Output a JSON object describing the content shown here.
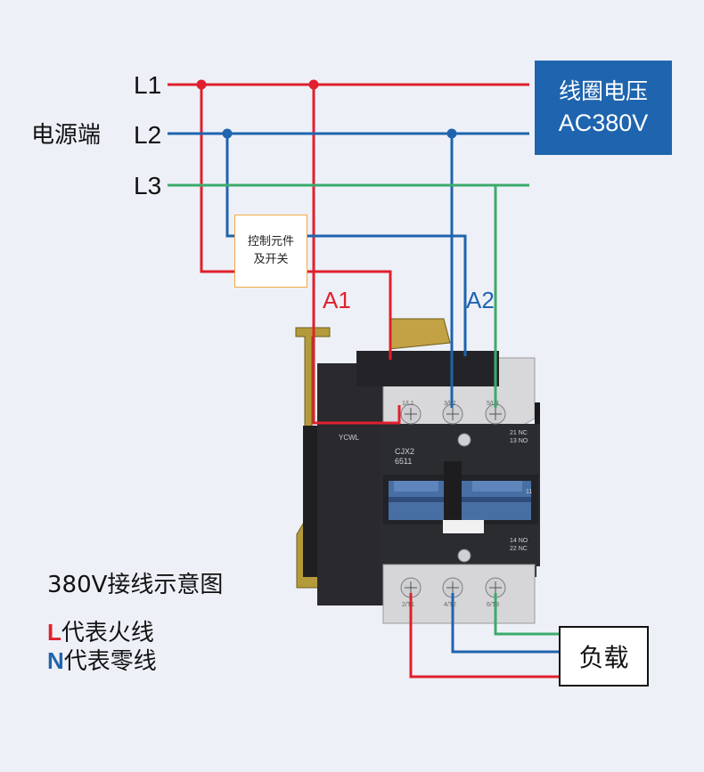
{
  "source_label": "电源端",
  "phases": [
    "L1",
    "L2",
    "L3"
  ],
  "voltage_box": {
    "line1": "线圈电压",
    "line2": "AC380V"
  },
  "control_box": {
    "line1": "控制元件",
    "line2": "及开关"
  },
  "coil_terminals": {
    "a1": "A1",
    "a2": "A2"
  },
  "contactor": {
    "brand": "YCWL",
    "model_line1": "CJX2",
    "model_line2": "6511",
    "top_terminals": [
      "1/L1",
      "3/L2",
      "5/L3"
    ],
    "bottom_terminals": [
      "2/T1",
      "4/T2",
      "6/T3"
    ],
    "aux_top_line1": "21 NC",
    "aux_top_line2": "13 NO",
    "aux_side": "11",
    "aux_bottom_line1": "14 NO",
    "aux_bottom_line2": "22 NC"
  },
  "load_label": "负载",
  "title": "380V接线示意图",
  "legend": [
    {
      "letter": "L",
      "text": "代表火线"
    },
    {
      "letter": "N",
      "text": "代表零线"
    }
  ],
  "colors": {
    "live_wire": "#e0202c",
    "neutral_wire": "#1f64ae",
    "phase3_wire": "#3bab6b",
    "background": "#eef0f8",
    "voltage_box": "#1f64ae",
    "control_box_border": "#f2a845"
  }
}
